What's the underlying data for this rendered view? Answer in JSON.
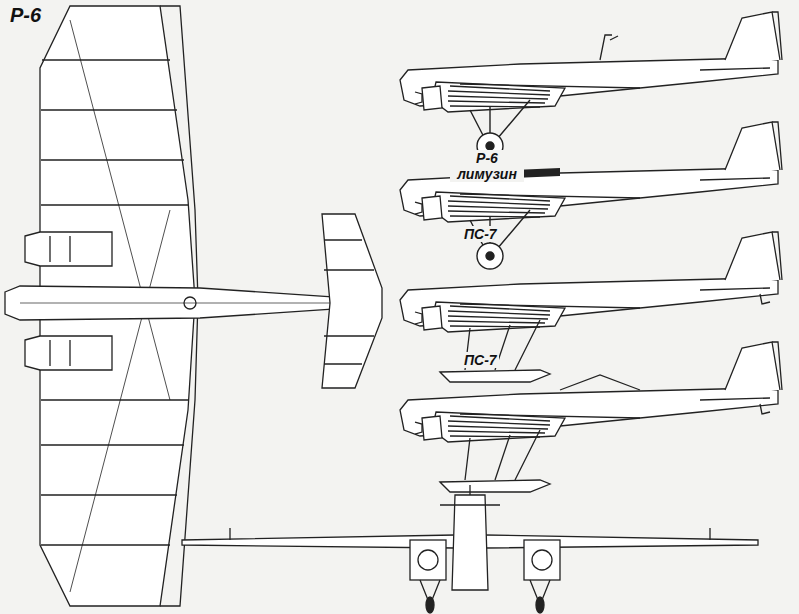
{
  "diagram": {
    "title": "Р-6",
    "labels": [
      "Р-6 лимузин",
      "ПС-7",
      "ПС-7"
    ]
  }
}
